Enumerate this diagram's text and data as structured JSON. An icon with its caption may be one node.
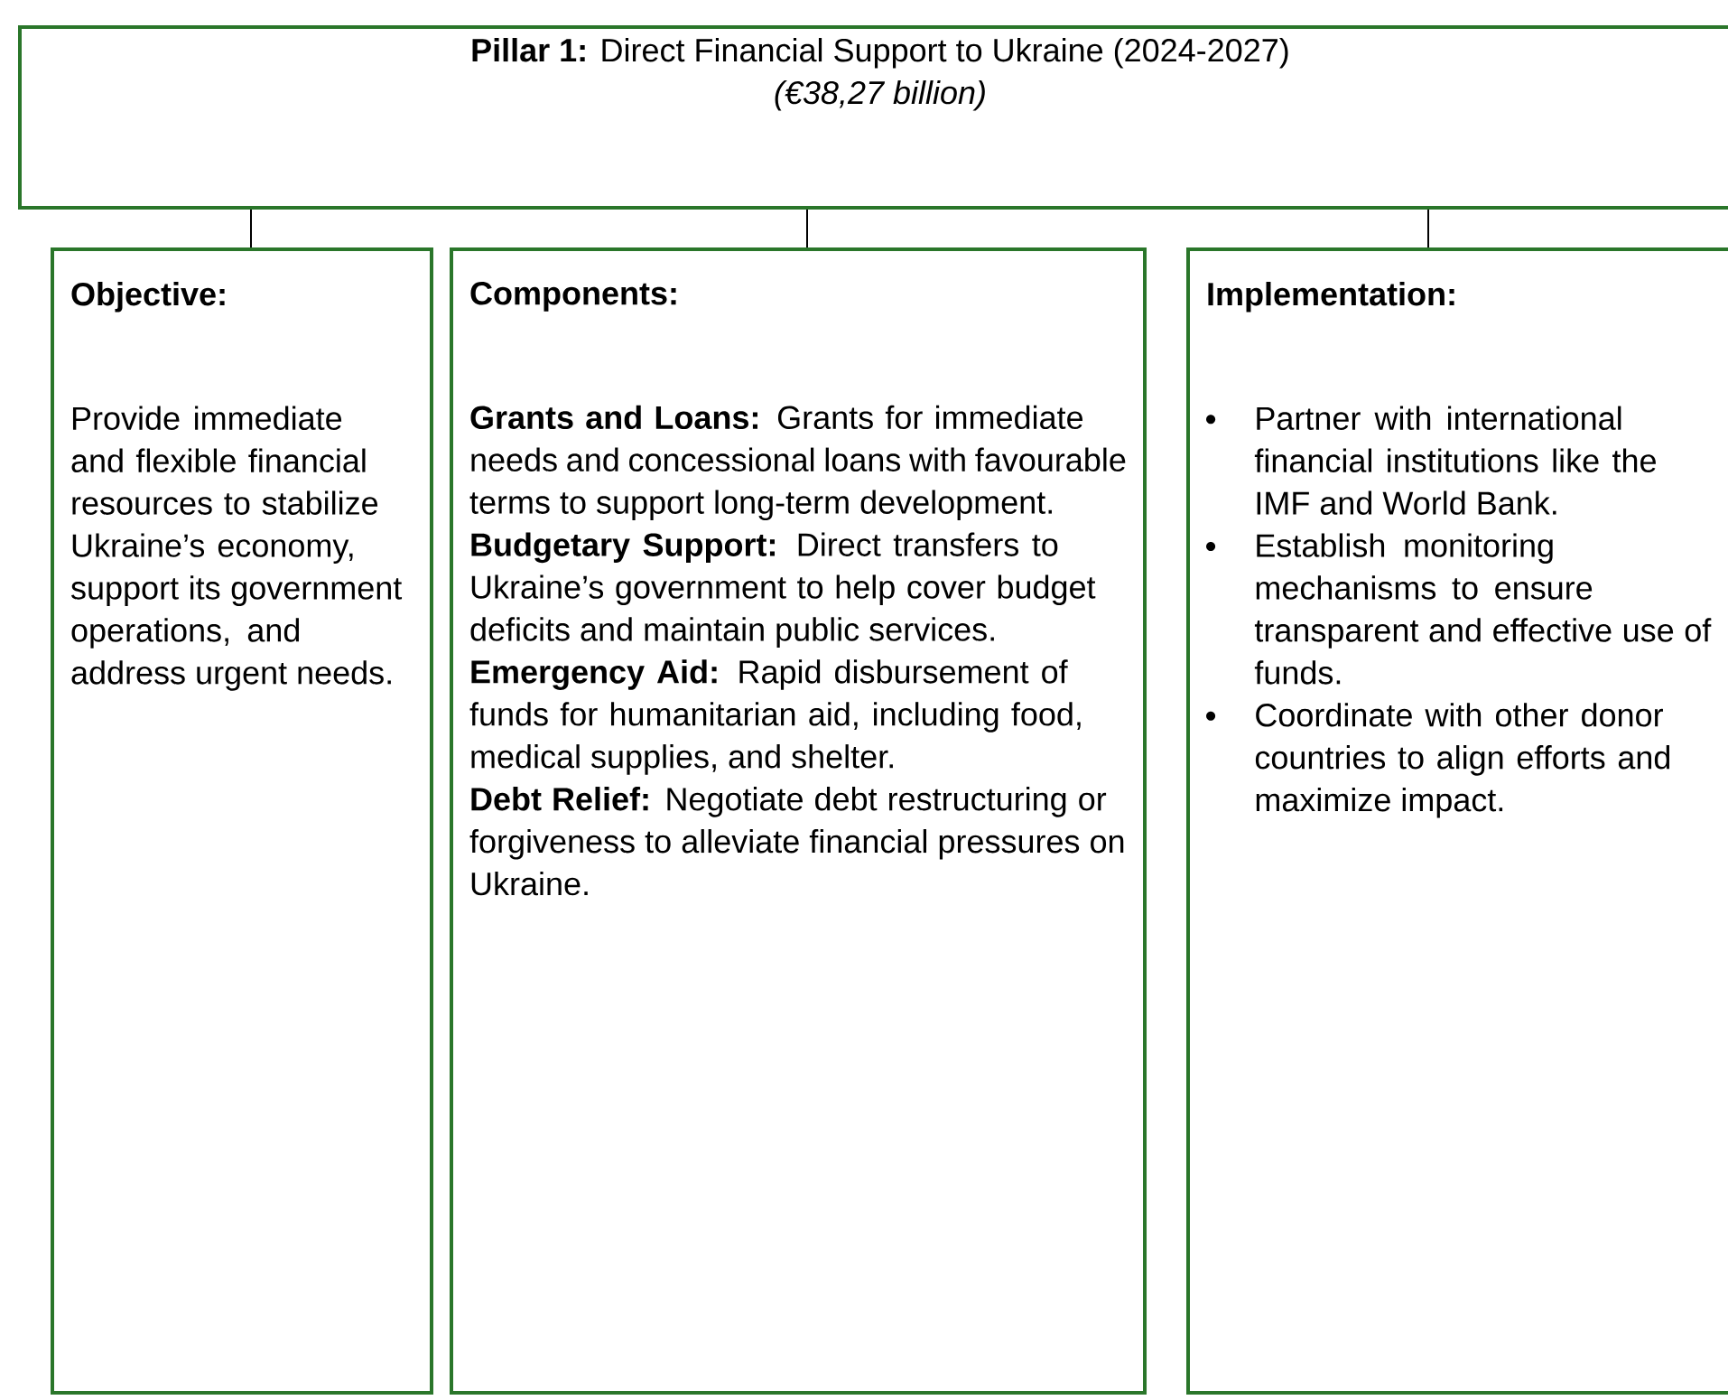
{
  "diagram": {
    "nodes": [
      {
        "text": [
          "**Pillar 1:** Direct Financial Support to Ukraine (2024-2027)",
          "(€38,27 billion)"
        ]
      },
      {
        "text": [
          "Objective:",
          "Provide immediate and flexible financial resources to stabilize Ukraine’s economy, support its government operations, and address urgent needs."
        ]
      },
      {
        "text": [
          "Components:",
          "**Grants and Loans:** Grants for immediate needs and concessional loans with favourable terms to support long-term development.",
          "**Budgetary Support:** Direct transfers to Ukraine’s government to help cover budget deficits and maintain public services.",
          "**Emergency Aid:** Rapid disbursement of funds for humanitarian aid, including food, medical supplies, and shelter.",
          "**Debt Relief:** Negotiate debt restructuring or forgiveness to alleviate financial pressures on Ukraine."
        ]
      },
      {
        "text": [
          "Implementation:",
          "Partner with international financial institutions like the IMF and World Bank.",
          "Establish monitoring mechanisms to ensure transparent and effective use of funds.",
          "Coordinate with other donor countries to align efforts and maximize impact."
        ]
      }
    ],
    "edges": [
      {
        "from": 0,
        "to": 1,
        "arrow": "none"
      },
      {
        "from": 0,
        "to": 2,
        "arrow": "none"
      },
      {
        "from": 0,
        "to": 3,
        "arrow": "none"
      }
    ]
  }
}
